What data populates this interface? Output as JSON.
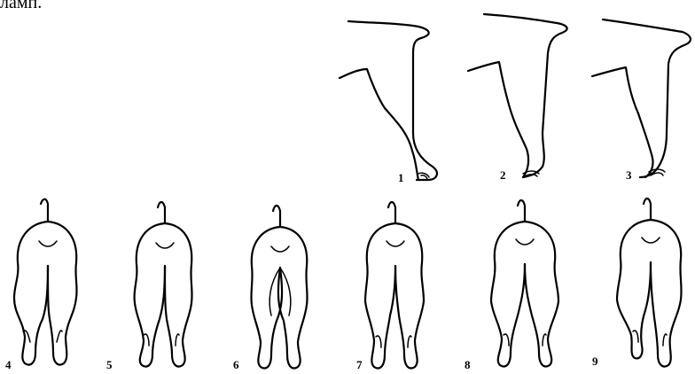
{
  "caption_fragment": "ламп.",
  "side_view_labels": [
    "1",
    "2",
    "3"
  ],
  "rear_view_labels": [
    "4",
    "5",
    "6",
    "7",
    "8",
    "9"
  ]
}
